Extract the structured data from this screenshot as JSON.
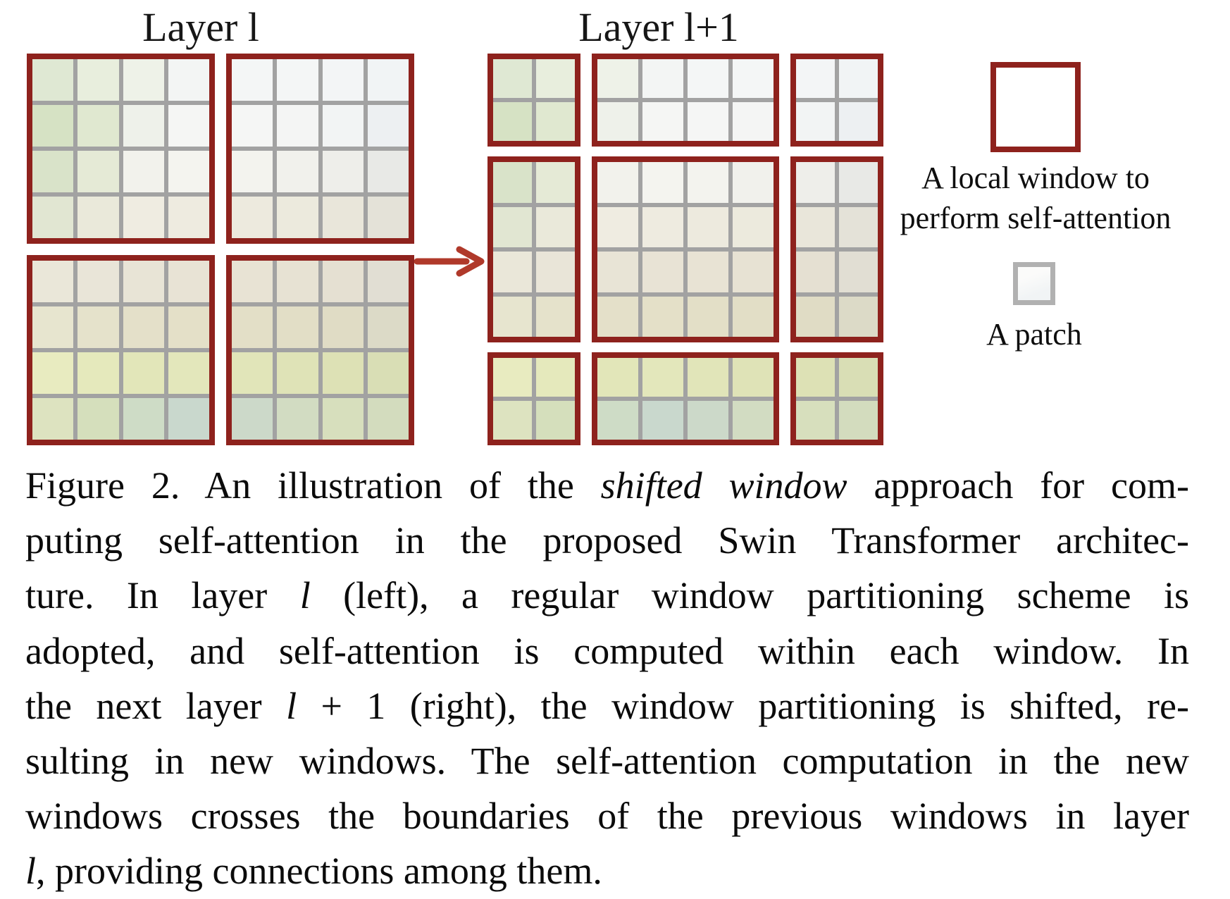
{
  "figure": {
    "left_panel": {
      "label": "Layer l",
      "windows": [
        {
          "ci": 0,
          "ri": 0,
          "pc": 4,
          "pr": 4
        },
        {
          "ci": 1,
          "ri": 0,
          "pc": 4,
          "pr": 4
        },
        {
          "ci": 0,
          "ri": 1,
          "pc": 4,
          "pr": 4
        },
        {
          "ci": 1,
          "ri": 1,
          "pc": 4,
          "pr": 4
        }
      ]
    },
    "right_panel": {
      "label": "Layer l+1",
      "windows": [
        {
          "ci": 0,
          "ri": 0,
          "pc": 2,
          "pr": 2
        },
        {
          "ci": 1,
          "ri": 0,
          "pc": 4,
          "pr": 2
        },
        {
          "ci": 2,
          "ri": 0,
          "pc": 2,
          "pr": 2
        },
        {
          "ci": 0,
          "ri": 1,
          "pc": 2,
          "pr": 4
        },
        {
          "ci": 1,
          "ri": 1,
          "pc": 4,
          "pr": 4
        },
        {
          "ci": 2,
          "ri": 1,
          "pc": 2,
          "pr": 4
        },
        {
          "ci": 0,
          "ri": 2,
          "pc": 2,
          "pr": 2
        },
        {
          "ci": 1,
          "ri": 2,
          "pc": 4,
          "pr": 2
        },
        {
          "ci": 2,
          "ri": 2,
          "pc": 2,
          "pr": 2
        }
      ]
    },
    "legend": {
      "window_caption_line1": "A local window to",
      "window_caption_line2": "perform self-attention",
      "patch_caption": "A patch"
    },
    "colors": {
      "window_border": "#8e221d",
      "patch_line": "#a2a2a2",
      "arrow": "#b0392a",
      "patch_swatch_border": "#b1b1b1"
    },
    "photo_palette": [
      [
        "#dfe8d3",
        "#e8eedd",
        "#eef2e8",
        "#f3f5f4",
        "#f4f6f6",
        "#f4f6f6",
        "#f3f5f6",
        "#f1f4f5"
      ],
      [
        "#d6e2c4",
        "#e0e8d0",
        "#eef1ea",
        "#f5f6f4",
        "#f5f6f5",
        "#f4f5f4",
        "#f2f4f4",
        "#edf0f2"
      ],
      [
        "#d9e3c9",
        "#e5ead6",
        "#f2f2ec",
        "#f4f4ef",
        "#f3f3ee",
        "#f1f1ec",
        "#eeeeea",
        "#e8e9e6"
      ],
      [
        "#e1e6d2",
        "#eae9da",
        "#efece1",
        "#eeebe0",
        "#edeade",
        "#eceadd",
        "#e9e6da",
        "#e4e2d8"
      ],
      [
        "#eae7d9",
        "#e9e5d8",
        "#e8e4d6",
        "#e8e3d5",
        "#e8e3d4",
        "#e7e2d3",
        "#e5e0d2",
        "#e1ded3"
      ],
      [
        "#e7e5cf",
        "#e5e2cb",
        "#e4e0c9",
        "#e4e0c8",
        "#e3dfc7",
        "#e2dec6",
        "#e0dcc5",
        "#dcdac7"
      ],
      [
        "#e8ebc0",
        "#e5e9bc",
        "#e2e6b9",
        "#e3e7bb",
        "#e1e5b9",
        "#dfe3b7",
        "#dde1b5",
        "#d9deb5"
      ],
      [
        "#dde3c0",
        "#d5dfbc",
        "#cedcc6",
        "#c9d8cd",
        "#ccd9c9",
        "#d2dcc2",
        "#d7dfbd",
        "#d3dcbe"
      ]
    ]
  },
  "caption": {
    "lines": [
      [
        {
          "t": "Figure 2. An illustration of the "
        },
        {
          "t": "shifted window",
          "i": 1
        },
        {
          "t": " approach for com-"
        }
      ],
      [
        {
          "t": "puting self-attention in the proposed Swin Transformer architec-"
        }
      ],
      [
        {
          "t": "ture.  In layer "
        },
        {
          "t": "l",
          "i": 1
        },
        {
          "t": " (left), a regular window partitioning scheme is"
        }
      ],
      [
        {
          "t": "adopted, and self-attention is computed within each window.  In"
        }
      ],
      [
        {
          "t": "the next layer "
        },
        {
          "t": "l",
          "i": 1
        },
        {
          "t": " + 1 (right), the window partitioning is shifted, re-"
        }
      ],
      [
        {
          "t": "sulting in new windows. The self-attention computation in the new"
        }
      ],
      [
        {
          "t": "windows crosses the boundaries of the previous windows in layer"
        }
      ],
      [
        {
          "t": "l",
          "i": 1
        },
        {
          "t": ", providing connections among them."
        }
      ]
    ]
  }
}
